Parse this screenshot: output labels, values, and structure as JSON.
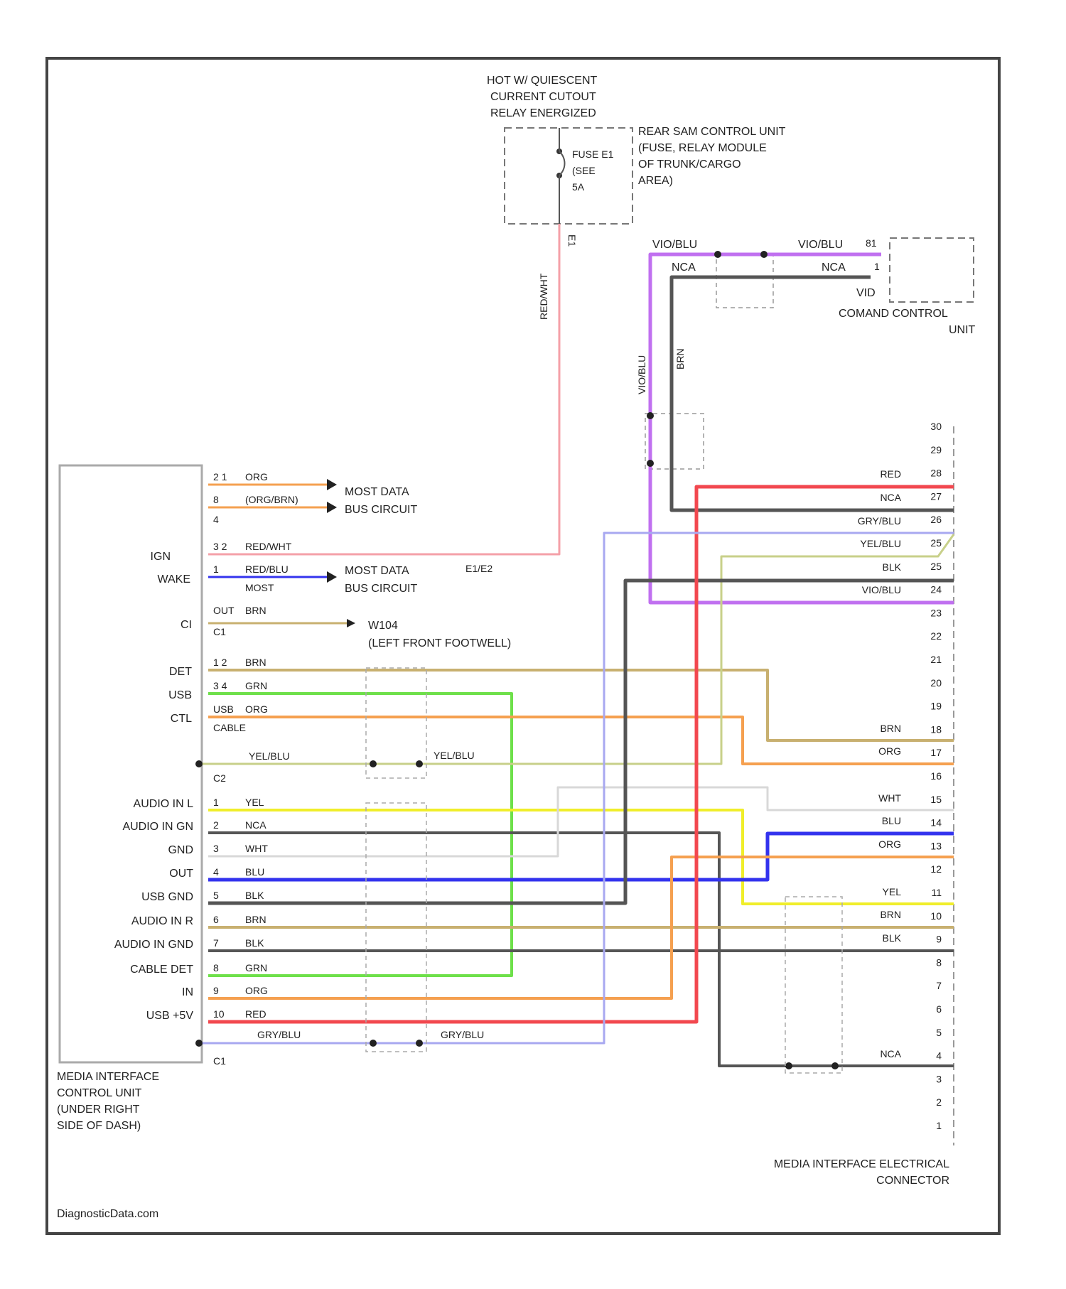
{
  "power": {
    "source_lines": [
      "HOT W/ QUIESCENT",
      "CURRENT CUTOUT",
      "RELAY ENERGIZED"
    ],
    "fuse_lines": [
      "FUSE E1",
      "(SEE",
      "5A"
    ],
    "module_lines": [
      "REAR SAM CONTROL UNIT",
      "(FUSE, RELAY MODULE",
      "OF TRUNK/CARGO",
      "AREA)"
    ],
    "wire_color": "RED/WHT",
    "connector_pin": "E1"
  },
  "comand": {
    "lines": [
      "COMAND CONTROL",
      "UNIT"
    ],
    "pin_top": "81",
    "pin_mid": "1",
    "label_vio": "VIO/BLU",
    "label_nca": "NCA",
    "label_vio_right": "VIO/BLU",
    "label_nca_right": "NCA",
    "label_vid": "VID"
  },
  "media_unit": {
    "lines": [
      "MEDIA INTERFACE",
      "CONTROL UNIT",
      "(UNDER RIGHT",
      "SIDE OF DASH)"
    ],
    "c1_label": "C2",
    "c2_label": "C1",
    "left_labels": [
      "IGN",
      "WAKE",
      "CI",
      "DET",
      "USB",
      "CTL"
    ],
    "c1_pins": [
      "AUDIO IN L",
      "AUDIO IN GN",
      "GND",
      "OUT",
      "USB GND",
      "AUDIO IN R",
      "AUDIO IN GND",
      "CABLE DET",
      "IN",
      "USB +5V"
    ]
  },
  "most": {
    "most1_lines": [
      "MOST DATA",
      "BUS CIRCUIT"
    ],
    "most2_lines": [
      "MOST DATA",
      "BUS CIRCUIT"
    ],
    "ground_lines": [
      "W104",
      "(LEFT FRONT FOOTWELL)"
    ],
    "wires": [
      {
        "pin": "2 1",
        "color": "ORG"
      },
      {
        "pin": "8",
        "color": "(ORG/BRN)"
      },
      {
        "pin": "4",
        "color": ""
      },
      {
        "pin": "3 2",
        "color": "RED/WHT"
      },
      {
        "pin": "1",
        "color": "RED/BLU"
      },
      {
        "pin": "",
        "color": "MOST"
      },
      {
        "pin": "OUT",
        "color": "BRN"
      },
      {
        "pin": "C1",
        "color": ""
      }
    ],
    "ign_connector": "E1/E2"
  },
  "c2_wires": [
    {
      "pin": "1 2",
      "color": "BRN"
    },
    {
      "pin": "3 4",
      "color": "GRN"
    },
    {
      "pin": "USB",
      "color": "ORG"
    },
    {
      "pin": "CABLE",
      "color": ""
    },
    {
      "pin": "",
      "color": "YEL/BLU"
    }
  ],
  "c1_wires": [
    {
      "pin": "1",
      "color": "YEL"
    },
    {
      "pin": "2",
      "color": "NCA"
    },
    {
      "pin": "3",
      "color": "WHT"
    },
    {
      "pin": "4",
      "color": "BLU"
    },
    {
      "pin": "5",
      "color": "BLK"
    },
    {
      "pin": "6",
      "color": "BRN"
    },
    {
      "pin": "7",
      "color": "BLK"
    },
    {
      "pin": "8",
      "color": "GRN"
    },
    {
      "pin": "9",
      "color": "ORG"
    },
    {
      "pin": "10",
      "color": "RED"
    }
  ],
  "splice_labels": {
    "yel_blu_right": "YEL/BLU",
    "gry_blu_left": "GRY/BLU",
    "gry_blu_right": "GRY/BLU"
  },
  "connector": {
    "lines": [
      "MEDIA INTERFACE ELECTRICAL",
      "CONNECTOR"
    ],
    "pins": [
      "30",
      "29",
      "28",
      "27",
      "26",
      "25",
      "25",
      "24",
      "23",
      "22",
      "21",
      "20",
      "19",
      "18",
      "17",
      "16",
      "15",
      "14",
      "13",
      "12",
      "11",
      "10",
      "9",
      "8",
      "7",
      "6",
      "5",
      "4",
      "3",
      "2",
      "1"
    ],
    "wire_labels": [
      {
        "pin": "28",
        "color": "RED"
      },
      {
        "pin": "27",
        "color": "NCA"
      },
      {
        "pin": "26",
        "color": "GRY/BLU"
      },
      {
        "pin": "25",
        "color": "YEL/BLU"
      },
      {
        "pin": "25",
        "color": "BLK"
      },
      {
        "pin": "24",
        "color": "VIO/BLU"
      },
      {
        "pin": "18",
        "color": "BRN"
      },
      {
        "pin": "17",
        "color": "ORG"
      },
      {
        "pin": "15",
        "color": "WHT"
      },
      {
        "pin": "14",
        "color": "BLU"
      },
      {
        "pin": "13",
        "color": "ORG"
      },
      {
        "pin": "11",
        "color": "YEL"
      },
      {
        "pin": "10",
        "color": "BRN"
      },
      {
        "pin": "9",
        "color": "BLK"
      },
      {
        "pin": "4",
        "color": "NCA"
      }
    ]
  },
  "riser_labels": {
    "vio_blu": "VIO/BLU",
    "brown": "BRN"
  },
  "watermark": "DiagnosticData.com",
  "colors": {
    "red": "#f2484f",
    "pink": "#f4a0a8",
    "orange": "#f5a050",
    "violet": "#c070f0",
    "gray": "#555555",
    "green": "#6ee04a",
    "yellow": "#f0ee2a",
    "blue": "#3333ee",
    "tan": "#c8b070",
    "lavender": "#a8a8f0",
    "olive": "#c8d08a",
    "black": "#333333"
  }
}
